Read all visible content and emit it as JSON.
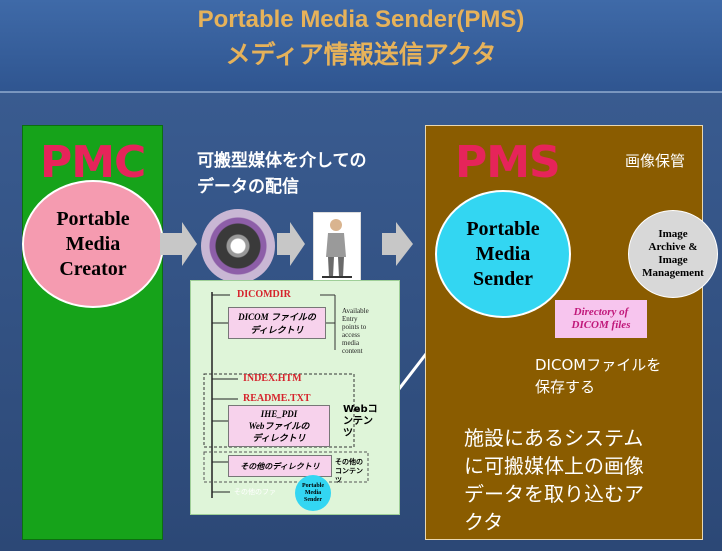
{
  "title": {
    "line1": "Portable Media Sender(PMS)",
    "line2": "メディア情報送信アクタ"
  },
  "left": {
    "label": "PMC",
    "circle_lines": [
      "Portable",
      "Media",
      "Creator"
    ]
  },
  "middle": {
    "caption_line1": "可搬型媒体を介しての",
    "caption_line2": "データの配信"
  },
  "right": {
    "label": "PMS",
    "image_store_caption": "画像保管",
    "sender_lines": [
      "Portable",
      "Media",
      "Sender"
    ],
    "archive_lines": [
      "Image",
      "Archive &",
      "Image",
      "Management"
    ],
    "dir_note_line1": "Directory of",
    "dir_note_line2": "DICOM files",
    "save_line1": "DICOMファイルを",
    "save_line2": "保存する",
    "desc_lines": [
      "施設にあるシステム",
      "に可搬媒体上の画像",
      "データを取り込むア",
      "クタ"
    ]
  },
  "panel": {
    "dicomdir": "DICOMDIR",
    "dicom_dir_line1": "DICOM ファイルの",
    "dicom_dir_line2": "ディレクトリ",
    "entry_note": [
      "Available",
      "Entry",
      "points to",
      "access",
      "media",
      "content"
    ],
    "index": "INDEX.HTM",
    "readme": "README.TXT",
    "ihe_line1": "IHE_PDI",
    "ihe_line2": "Webファイルの",
    "ihe_line3": "ディレクトリ",
    "web_content": [
      "Webコ",
      "ンテン",
      "ツ"
    ],
    "other_dir": "その他のディレクトリ",
    "other_content": [
      "その他の",
      "コンテン",
      "ツ"
    ],
    "other_files": "その他のファ",
    "pms_bubble": [
      "Portable",
      "Media",
      "Sender"
    ]
  },
  "colors": {
    "title_text": "#e6b25a",
    "pmc_box": "#16a31a",
    "pms_box": "#8a5c00",
    "label_text": "#e6245a",
    "pmc_circle": "#f59bb0",
    "pms_circle": "#33d6f2",
    "archive_circle": "#d8d8d8",
    "red_arrow": "#e8141c"
  }
}
